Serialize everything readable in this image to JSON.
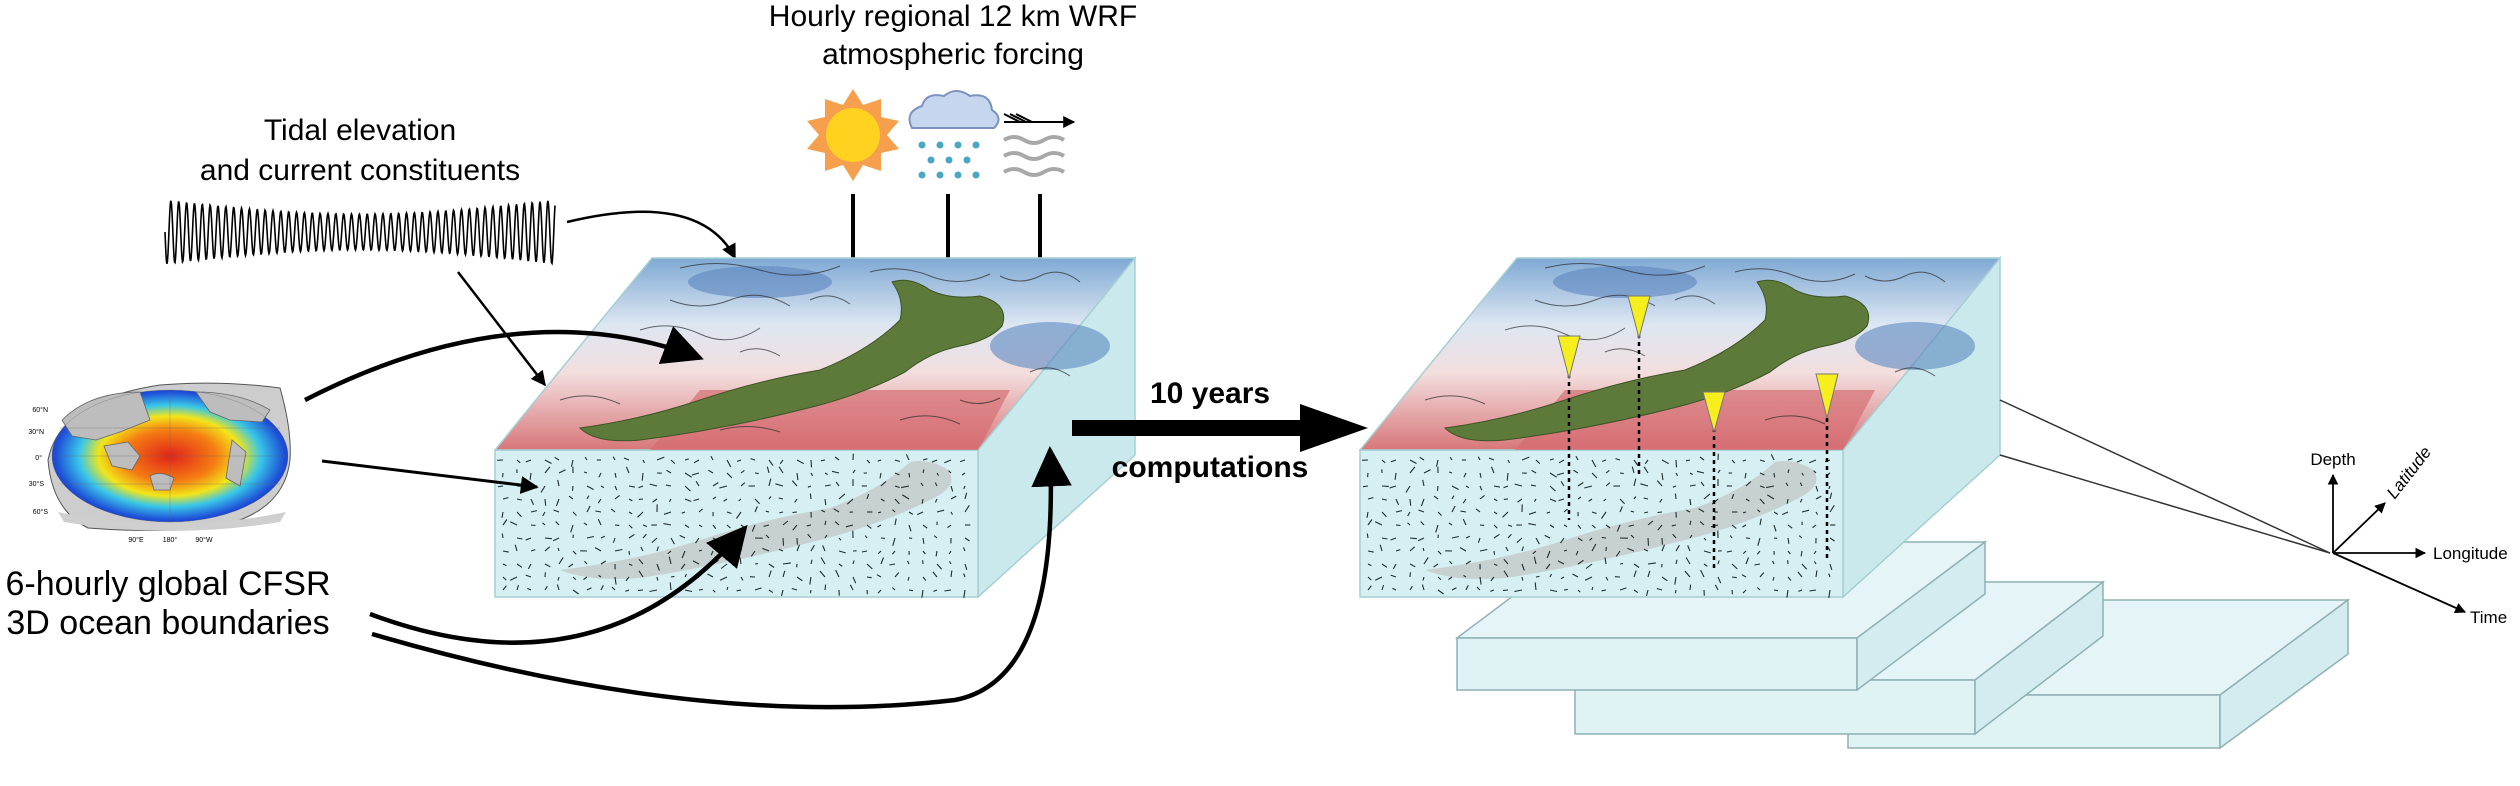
{
  "labels": {
    "forcing_line1": "Hourly regional 12 km WRF",
    "forcing_line2": "atmospheric forcing",
    "tidal_line1": "Tidal elevation",
    "tidal_line2": "and current constituents",
    "boundary_line1": "6-hourly global CFSR",
    "boundary_line2": "3D ocean boundaries",
    "arrow_top": "10 years",
    "arrow_bottom": "computations"
  },
  "axes": {
    "depth": "Depth",
    "latitude": "Latitude",
    "longitude": "Longitude",
    "time": "Time"
  },
  "map_ticks": {
    "lat": [
      "60°N",
      "30°N",
      "0°",
      "30°S",
      "60°S"
    ],
    "lon": [
      "90°E",
      "180°",
      "90°W"
    ]
  },
  "icons": [
    "sun-icon",
    "rain-cloud-icon",
    "wind-icon",
    "station-marker-icon"
  ],
  "colors": {
    "sky_blue": "#8fb5da",
    "warm_red": "#d46a6e",
    "land_green": "#5e7a3a",
    "box_side": "#c9e9ec",
    "slab": "#dff3f5",
    "sun": "#ffd21f",
    "sun_rays": "#f6a04d",
    "marker": "#f7ee1e"
  }
}
